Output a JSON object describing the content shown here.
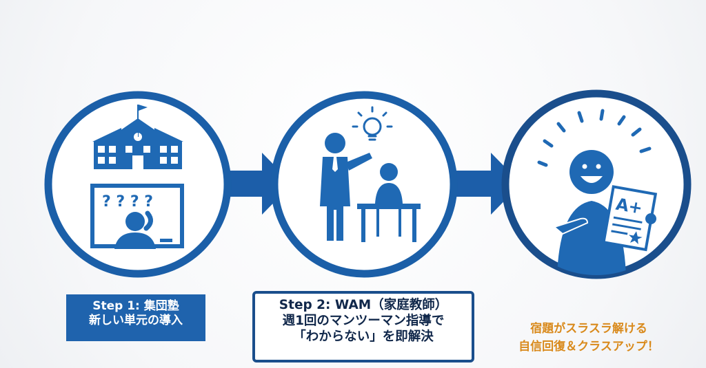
{
  "steps": [
    {
      "line1": "Step 1: 集団塾",
      "line2": "新しい単元の導入"
    },
    {
      "line1": "Step 2: WAM（家庭教師）",
      "line2": "週1回のマンツーマン指導で",
      "line3": "「わからない」を即解決"
    },
    {
      "line1": "宿題がスラスラ解ける",
      "line2": "自信回復＆クラスアップ！"
    }
  ],
  "icons": {
    "step1": [
      "school-building-icon",
      "confused-student-at-blackboard-icon"
    ],
    "step2": [
      "tutor-with-lightbulb-icon",
      "student-at-desk-icon"
    ],
    "step3": [
      "happy-student-with-a-plus-paper-icon"
    ]
  },
  "grade_on_paper": "A+",
  "question_marks": "? ? ? ?",
  "colors": {
    "ring": "#1b5fa8",
    "icon": "#1f69b4",
    "arrow": "#1c5ea9",
    "label1_bg": "#1f63ad",
    "label2_border": "#1a4e8c",
    "label3_text": "#d98a1c"
  }
}
